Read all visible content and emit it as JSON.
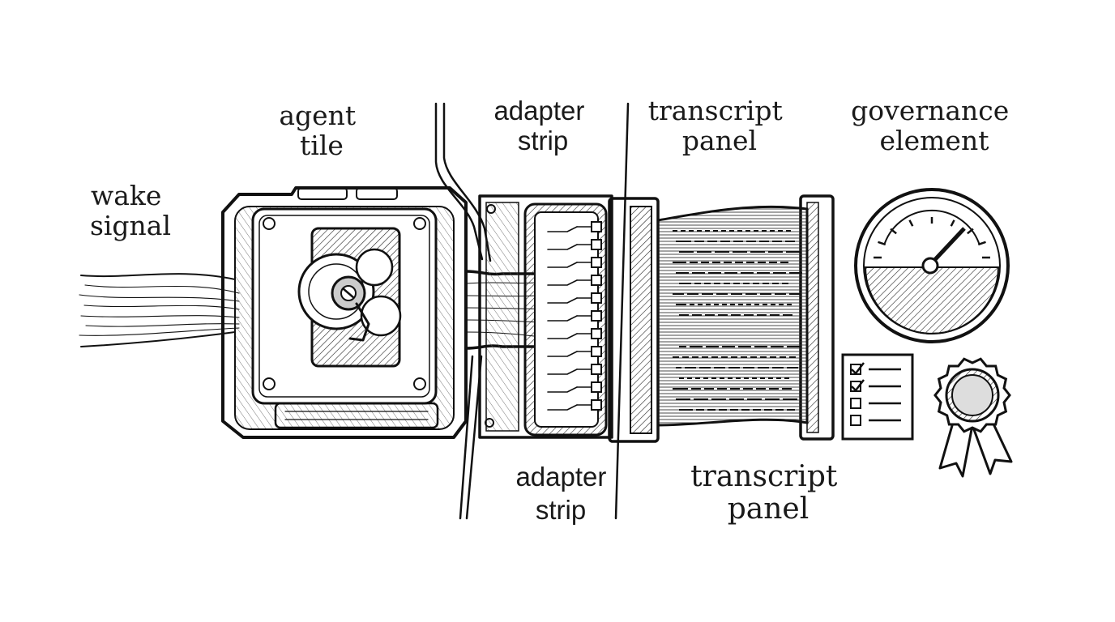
{
  "labels": {
    "wake": [
      "wake",
      "signal"
    ],
    "agent": [
      "agent",
      "tile"
    ],
    "adapter_top": [
      "adapter",
      "strip"
    ],
    "transcript_top": [
      "transcript",
      "panel"
    ],
    "governance": [
      "governance",
      "element"
    ],
    "adapter_bottom": [
      "adapter",
      "strip"
    ],
    "transcript_bottom": [
      "transcript",
      "panel"
    ]
  },
  "icons": {
    "gauge": "gauge-icon",
    "checklist": "checklist-icon",
    "rosette": "award-rosette-icon",
    "gears": "gear-mechanism-icon"
  },
  "colors": {
    "ink": "#111111",
    "paper": "#ffffff",
    "shade": "#d9d9d9"
  }
}
